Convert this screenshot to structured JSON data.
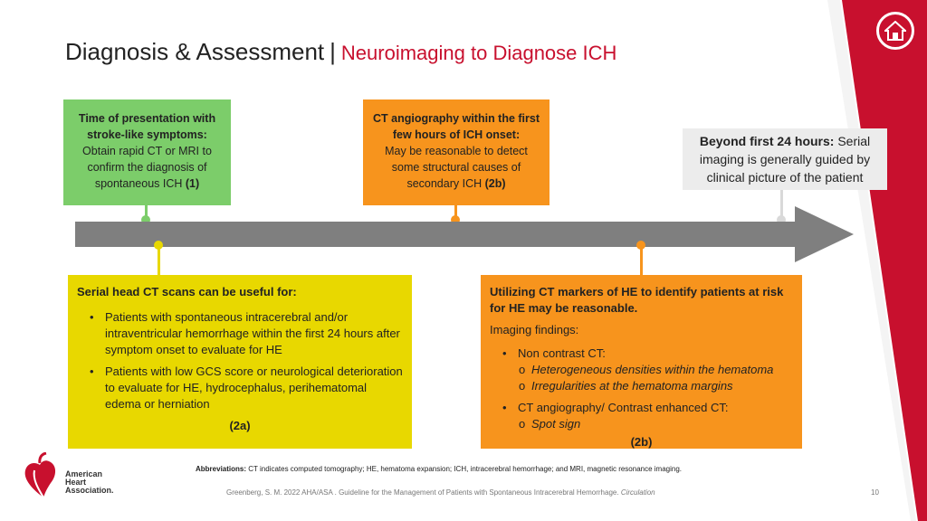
{
  "header": {
    "title": "Diagnosis & Assessment",
    "separator": "|",
    "subtitle": "Neuroimaging to Diagnose ICH"
  },
  "nav": {
    "home_icon": "home-icon"
  },
  "timeline": {
    "top_boxes": [
      {
        "heading": "Time of presentation with stroke-like symptoms:",
        "body": "Obtain rapid CT or MRI to confirm the diagnosis of spontaneous ICH",
        "cite": "(1)"
      },
      {
        "heading": "CT angiography within the first few hours of ICH onset:",
        "body": "May be reasonable to detect some structural causes of secondary ICH",
        "cite": "(2b)"
      },
      {
        "heading": "Beyond first 24 hours:",
        "body": "Serial imaging is generally guided by clinical picture of the patient"
      }
    ],
    "bottom_left": {
      "heading": "Serial head CT scans can be useful for:",
      "bullets": [
        "Patients with spontaneous intracerebral and/or intraventricular hemorrhage within the first 24 hours after symptom onset to evaluate for HE",
        "Patients with low GCS score or neurological deterioration to evaluate for HE, hydrocephalus, perihematomal edema or herniation"
      ],
      "cite": "(2a)"
    },
    "bottom_right": {
      "heading": "Utilizing CT markers of HE to identify patients at risk for HE may be reasonable.",
      "imaging_label": "Imaging findings:",
      "groups": [
        {
          "label": "Non contrast CT:",
          "items": [
            "Heterogeneous densities within the hematoma",
            "Irregularities at the hematoma margins"
          ]
        },
        {
          "label": "CT angiography/ Contrast enhanced CT:",
          "items": [
            "Spot sign"
          ]
        }
      ],
      "cite": "(2b)"
    }
  },
  "footer": {
    "abbr_label": "Abbreviations:",
    "abbr_text": "CT indicates computed tomography; HE, hematoma expansion; ICH, intracerebral hemorrhage; and MRI, magnetic resonance imaging.",
    "reference": "Greenberg, S. M. 2022 AHA/ASA . Guideline for the Management of Patients with Spontaneous Intracerebral Hemorrhage.",
    "reference_journal": "Circulation",
    "page_number": "10",
    "logo_lines": [
      "American",
      "Heart",
      "Association."
    ]
  },
  "colors": {
    "brand_red": "#c8102e",
    "green": "#7ccd6a",
    "orange": "#f7941d",
    "yellow": "#e8d800",
    "arrow_gray": "#7f7f7f"
  }
}
